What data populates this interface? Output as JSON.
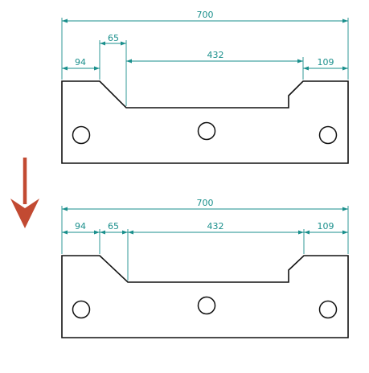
{
  "colors": {
    "dimension": "#1a8f8c",
    "outline": "#111111",
    "arrow": "#c24a32",
    "background": "#ffffff"
  },
  "icons": {
    "transition": "arrow-down-icon"
  },
  "drawing_before": {
    "overall": "700",
    "left_flat": "94",
    "slope": "65",
    "middle": "432",
    "right_flat": "109"
  },
  "drawing_after": {
    "overall": "700",
    "left_flat": "94",
    "slope": "65",
    "middle": "432",
    "right_flat": "109"
  }
}
